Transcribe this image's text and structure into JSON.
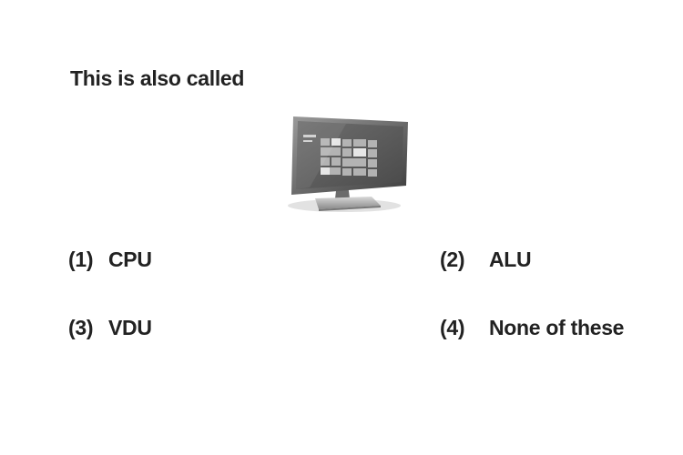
{
  "question": {
    "text": "This is also called"
  },
  "figure": {
    "icon": "monitor-icon"
  },
  "options": [
    {
      "number": "(1)",
      "label": "CPU"
    },
    {
      "number": "(2)",
      "label": "ALU"
    },
    {
      "number": "(3)",
      "label": "VDU"
    },
    {
      "number": "(4)",
      "label": "None of these"
    }
  ]
}
